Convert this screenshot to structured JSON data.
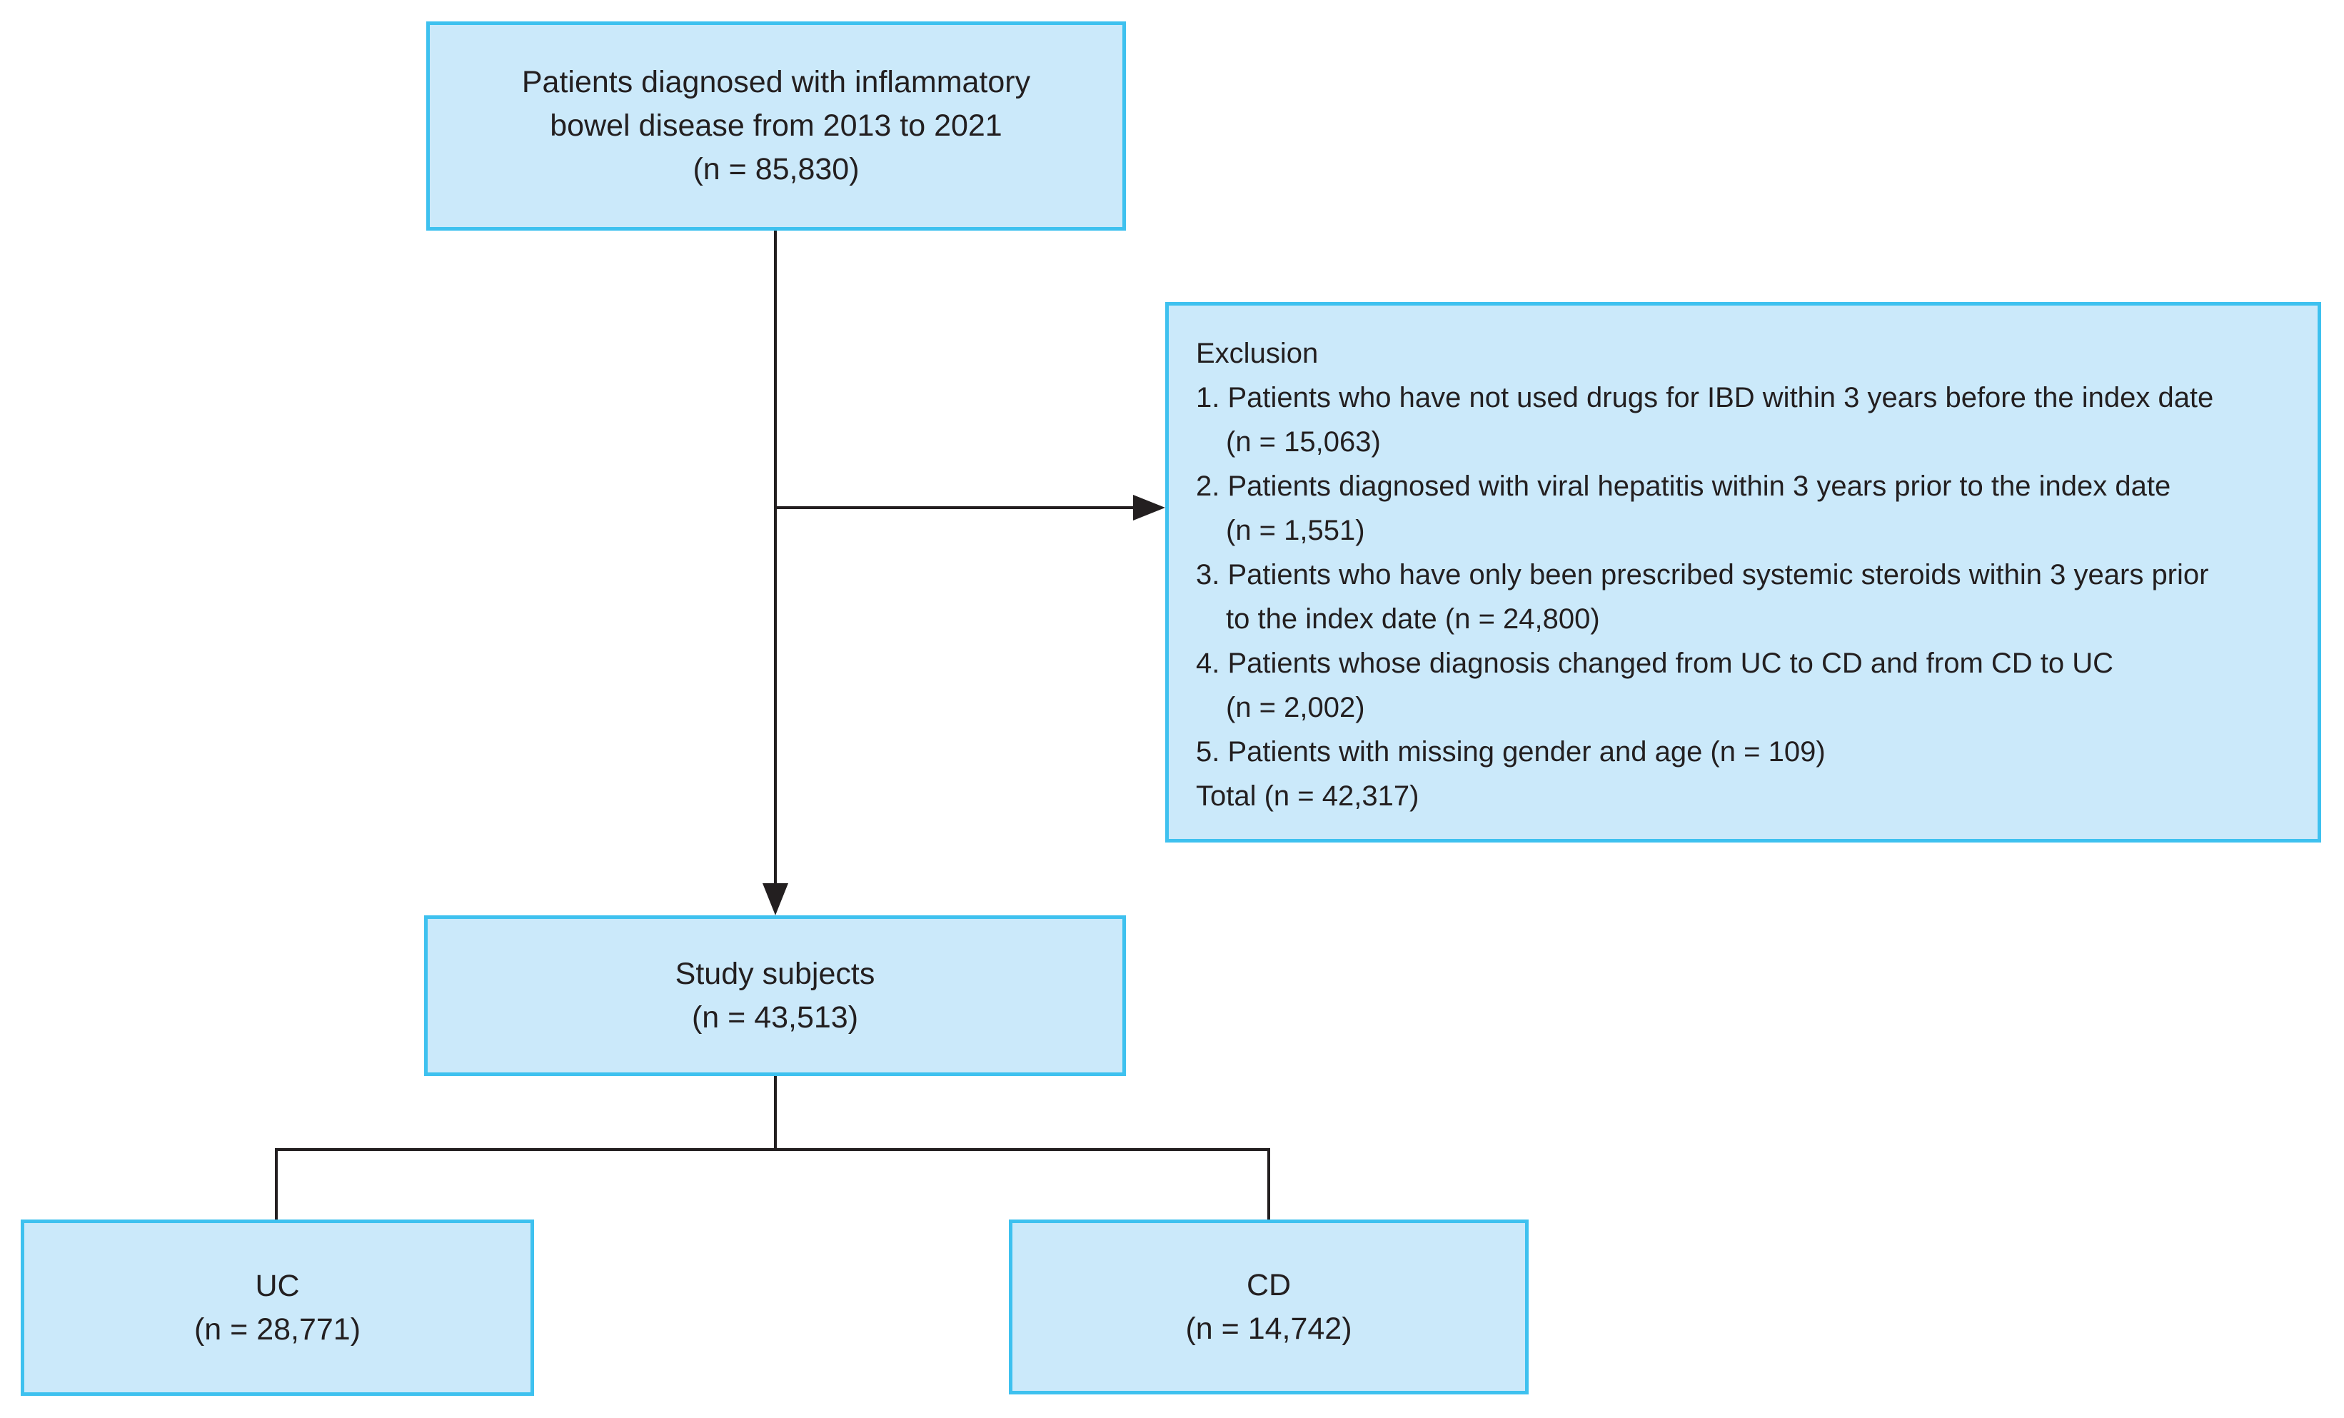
{
  "colors": {
    "box_fill": "#cbe9fa",
    "box_border": "#3ec1ef",
    "line": "#231f20",
    "text": "#231f20"
  },
  "source_box": {
    "line1": "Patients diagnosed with inflammatory",
    "line2": "bowel disease from 2013 to 2021",
    "line3": "(n = 85,830)"
  },
  "exclusion_box": {
    "lines": [
      "Exclusion",
      "1. Patients who have not used drugs for IBD within 3 years before the index date",
      "(n = 15,063)",
      "2. Patients diagnosed with viral hepatitis within 3 years prior to the index date",
      "(n = 1,551)",
      "3. Patients who have only been prescribed systemic steroids within 3 years prior",
      "to the index date (n = 24,800)",
      "4. Patients whose diagnosis changed from UC to CD and from CD to UC",
      "(n = 2,002)",
      "5. Patients with missing gender and age (n = 109)",
      "Total (n = 42,317)"
    ]
  },
  "study_box": {
    "line1": "Study subjects",
    "line2": "(n = 43,513)"
  },
  "uc_box": {
    "line1": "UC",
    "line2": "(n = 28,771)"
  },
  "cd_box": {
    "line1": "CD",
    "line2": "(n = 14,742)"
  }
}
